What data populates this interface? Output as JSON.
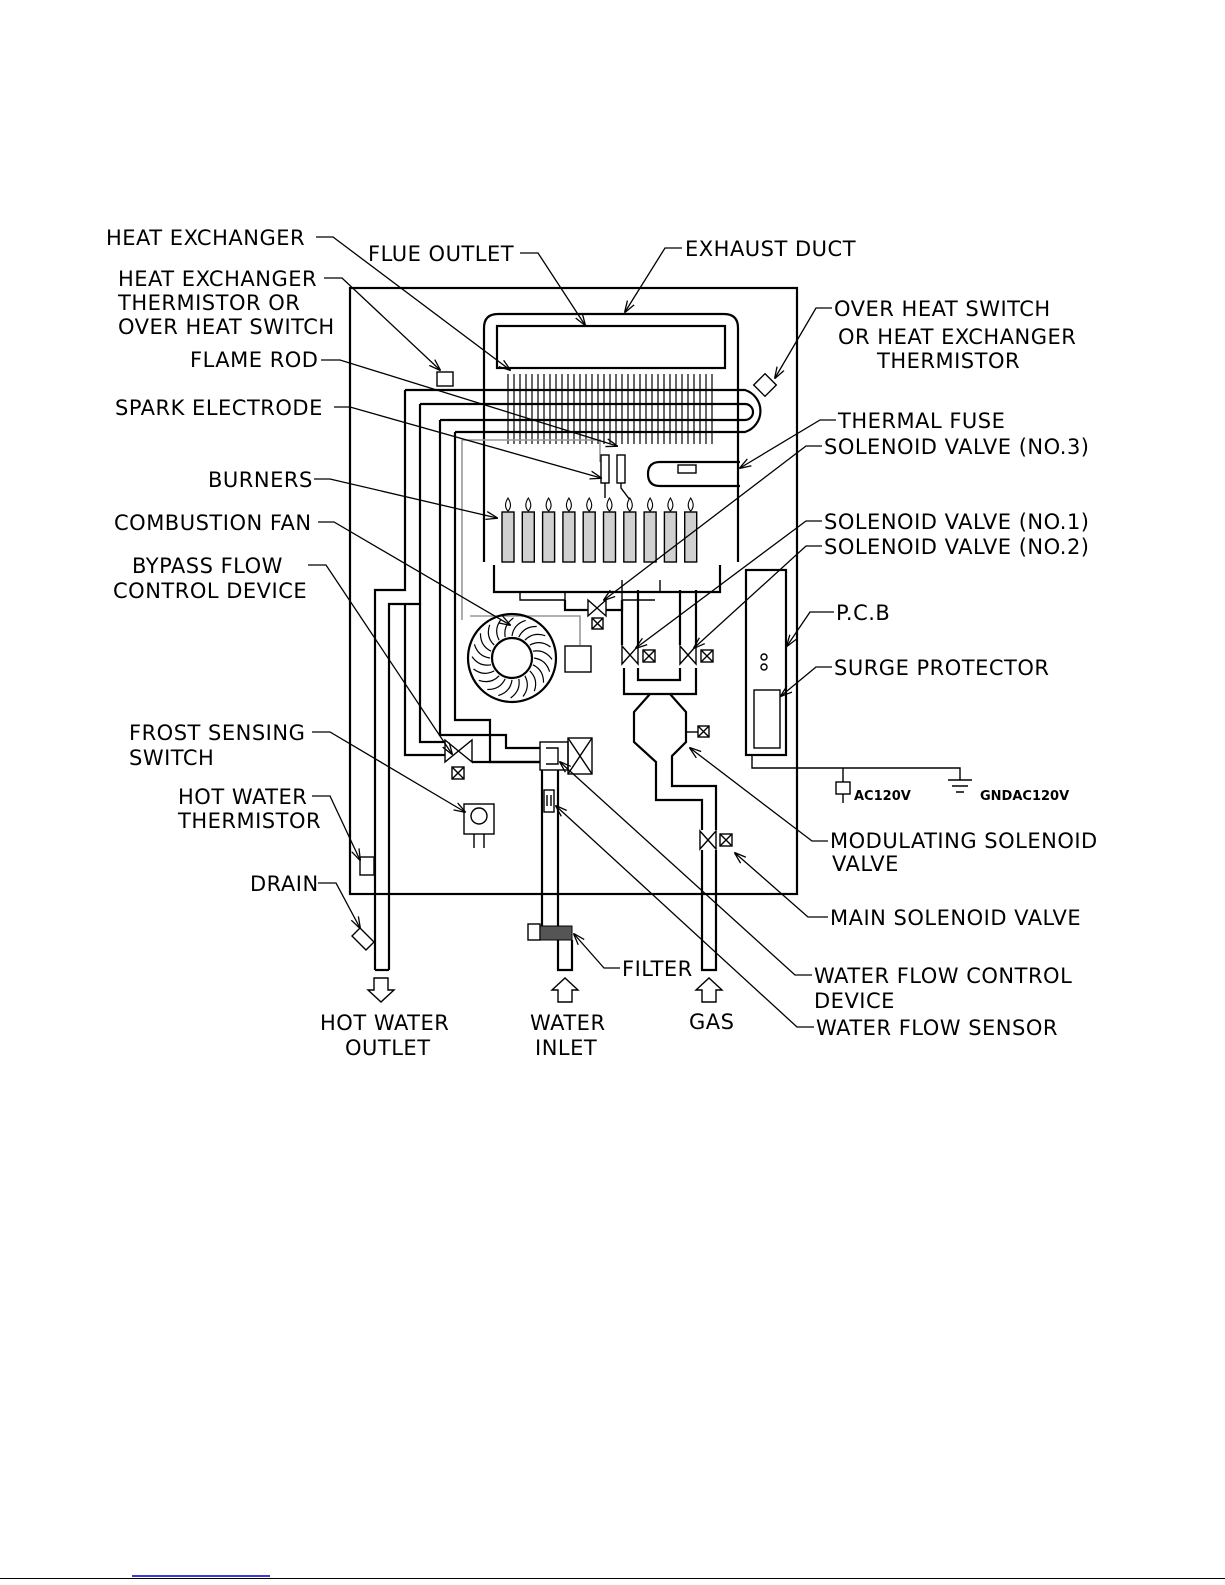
{
  "labels": {
    "heat_exchanger": "HEAT EXCHANGER",
    "flue_outlet": "FLUE OUTLET",
    "exhaust_duct": "EXHAUST DUCT",
    "hx_thermistor_1": "HEAT EXCHANGER",
    "hx_thermistor_2": "THERMISTOR OR",
    "hx_thermistor_3": "OVER HEAT SWITCH",
    "over_heat_switch_1": "OVER HEAT SWITCH",
    "over_heat_switch_2": "OR HEAT EXCHANGER",
    "over_heat_switch_3": "THERMISTOR",
    "flame_rod": "FLAME ROD",
    "spark_electrode": "SPARK ELECTRODE",
    "thermal_fuse": "THERMAL FUSE",
    "solenoid_valve_3": "SOLENOID  VALVE  (NO.3)",
    "burners": "BURNERS",
    "combustion_fan": "COMBUSTION FAN",
    "solenoid_valve_1": "SOLENOID  VALVE  (NO.1)",
    "solenoid_valve_2": "SOLENOID  VALVE  (NO.2)",
    "bypass_1": "BYPASS FLOW",
    "bypass_2": "CONTROL DEVICE",
    "pcb": "P.C.B",
    "surge_protector": "SURGE PROTECTOR",
    "frost_1": "FROST SENSING",
    "frost_2": "SWITCH",
    "hot_water_thermistor_1": "HOT WATER",
    "hot_water_thermistor_2": "THERMISTOR",
    "ac120v": "AC120V",
    "gnd": "GNDAC120V",
    "modulating_1": "MODULATING SOLENOID",
    "modulating_2": "VALVE",
    "drain": "DRAIN",
    "main_solenoid": "MAIN SOLENOID VALVE",
    "filter": "FILTER",
    "water_flow_control_1": "WATER FLOW CONTROL",
    "water_flow_control_2": "DEVICE",
    "water_flow_sensor": "WATER FLOW SENSOR",
    "hot_water_outlet_1": "HOT WATER",
    "hot_water_outlet_2": "OUTLET",
    "water_inlet_1": "WATER",
    "water_inlet_2": "INLET",
    "gas": "GAS"
  }
}
